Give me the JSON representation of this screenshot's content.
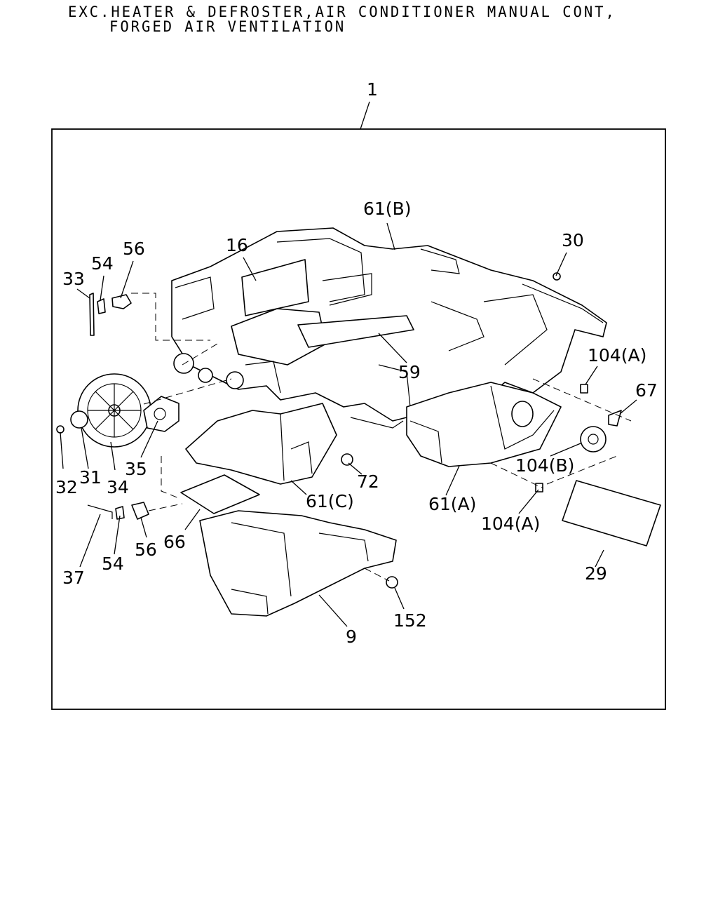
{
  "header": {
    "line1": "EXC.HEATER & DEFROSTER,AIR CONDITIONER MANUAL CONT,",
    "line2": "FORGED AIR VENTILATION"
  },
  "callouts": {
    "c1": "1",
    "c61b": "61(B)",
    "c16": "16",
    "c30": "30",
    "c56a": "56",
    "c54a": "54",
    "c33": "33",
    "c104a1": "104(A)",
    "c67": "67",
    "c59": "59",
    "c35": "35",
    "c32": "32",
    "c31": "31",
    "c34": "34",
    "c72": "72",
    "c104b": "104(B)",
    "c61c": "61(C)",
    "c61a": "61(A)",
    "c104a2": "104(A)",
    "c66": "66",
    "c56b": "56",
    "c37": "37",
    "c54b": "54",
    "c29": "29",
    "c152": "152",
    "c9": "9"
  }
}
